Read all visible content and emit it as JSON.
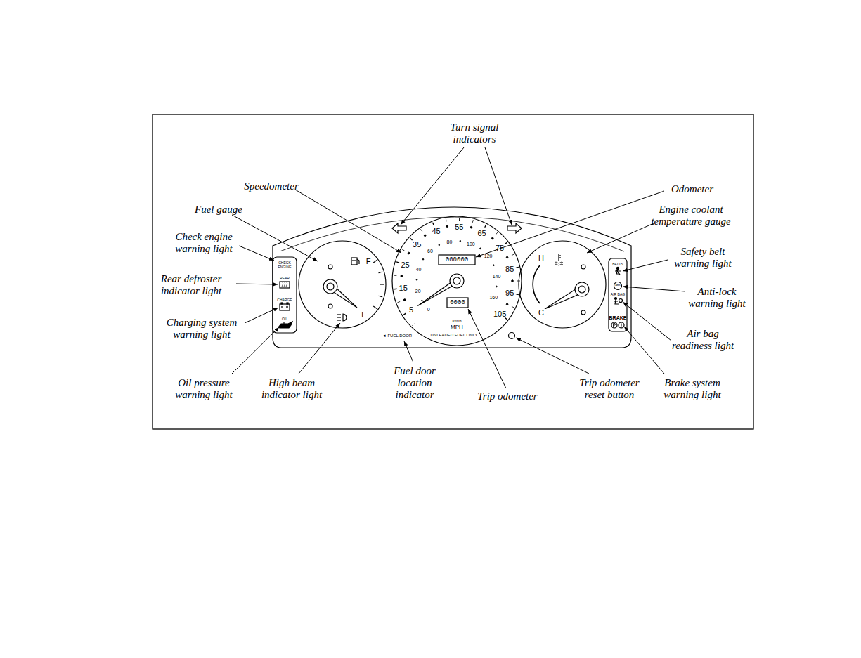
{
  "diagram": {
    "labels": [
      "Turn signal indicators",
      "Speedometer",
      "Odometer",
      "Fuel gauge",
      "Engine coolant temperature gauge",
      "Check engine warning light",
      "Safety belt warning light",
      "Rear defroster indicator light",
      "Anti-lock warning light",
      "Charging system warning light",
      "Air bag readiness light",
      "Oil pressure warning light",
      "High beam indicator light",
      "Fuel door location indicator",
      "Trip odometer",
      "Trip odometer reset button",
      "Brake system warning light",
      "F",
      "E",
      "H",
      "C",
      "5",
      "15",
      "25",
      "35",
      "45",
      "55",
      "65",
      "75",
      "85",
      "95",
      "105",
      "0",
      "20",
      "40",
      "60",
      "80",
      "100",
      "120",
      "140",
      "160",
      "000000",
      "0000",
      "km/h",
      "MPH",
      "UNLEADED FUEL ONLY",
      "◄ FUEL DOOR",
      "CHECK ENGINE",
      "REAR",
      "CHARGE",
      "OIL",
      "BELTS",
      "ABS",
      "AIR BAG",
      "BRAKE"
    ]
  }
}
